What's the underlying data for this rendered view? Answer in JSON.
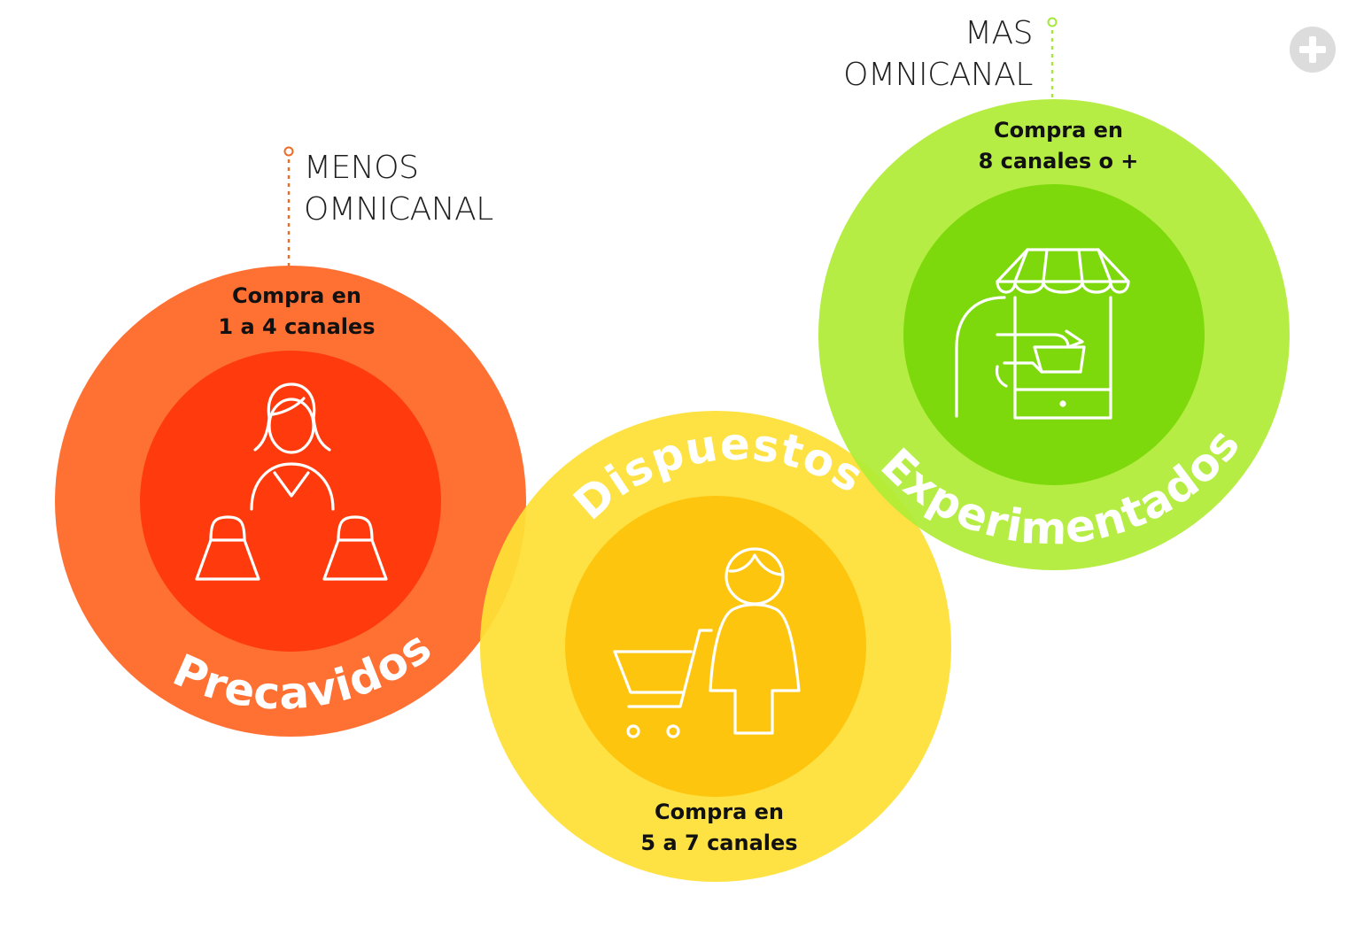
{
  "markers": {
    "less": {
      "line1": "MENOS",
      "line2": "OMNICANAL"
    },
    "more": {
      "line1": "MAS",
      "line2": "OMNICANAL"
    }
  },
  "segments": [
    {
      "id": "precavidos",
      "name": "Precavidos",
      "count_line1": "Compra en",
      "count_line2": "1 a 4 canales",
      "icon": "woman-with-shopping-bags-icon",
      "outer_color": "#ff7033",
      "inner_color": "#ff3a0c"
    },
    {
      "id": "dispuestos",
      "name": "Dispuestos",
      "count_line1": "Compra en",
      "count_line2": "5 a 7 canales",
      "icon": "person-with-shopping-cart-icon",
      "outer_color": "#fee035",
      "inner_color": "#fec50f"
    },
    {
      "id": "experimentados",
      "name": "Experimentados",
      "count_line1": "Compra en",
      "count_line2": "8 canales o +",
      "icon": "hand-holding-phone-store-icon",
      "outer_color": "#b0ec36",
      "inner_color": "#7dd90c"
    }
  ],
  "colors": {
    "less_marker": "#ef6a23",
    "more_marker": "#a6e83a",
    "plus_button": "#dcdcdc"
  },
  "plus_button_icon": "plus-icon"
}
